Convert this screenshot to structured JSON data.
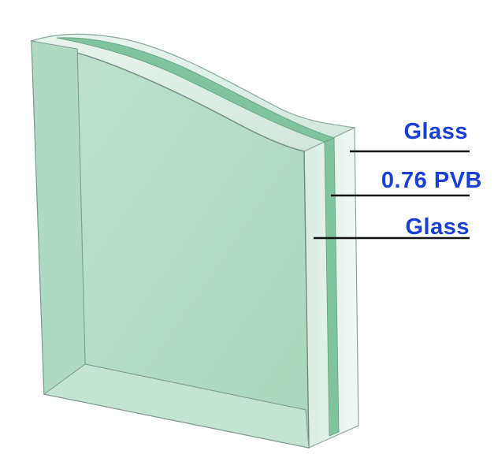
{
  "diagram": {
    "labels": {
      "top": "Glass",
      "middle": "0.76 PVB",
      "bottom": "Glass"
    },
    "colors": {
      "label_text": "#1a3fd6",
      "leader_line": "#111111",
      "glass_face": "#b7ddc9",
      "glass_edge": "#e6f1ec",
      "pvb_interlayer": "#7fc39f",
      "outline": "#6f8d80"
    }
  }
}
